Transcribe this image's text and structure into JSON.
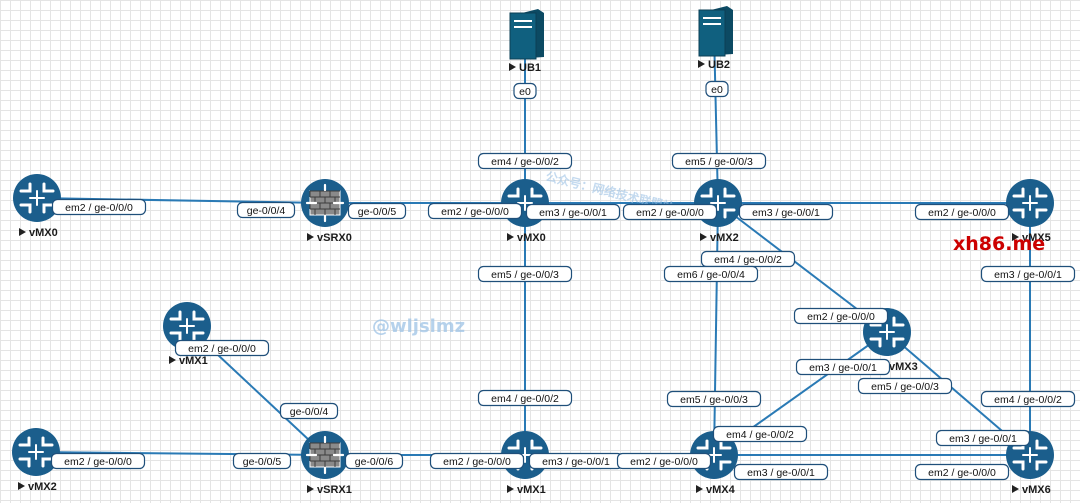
{
  "colors": {
    "link": "#2a7ab5",
    "router_fill": "#1b5e8c",
    "server_fill": "#10607f",
    "label_border": "#1f4f7a"
  },
  "nodes": [
    {
      "id": "r-vmx0-left",
      "label": "vMX0",
      "type": "router"
    },
    {
      "id": "fw-vsrx0",
      "label": "vSRX0",
      "type": "firewall"
    },
    {
      "id": "r-vmx0",
      "label": "vMX0",
      "type": "router"
    },
    {
      "id": "r-vmx2-top",
      "label": "vMX2",
      "type": "router"
    },
    {
      "id": "r-vmx5",
      "label": "vMX5",
      "type": "router"
    },
    {
      "id": "srv-ub1",
      "label": "UB1",
      "type": "server"
    },
    {
      "id": "srv-ub2",
      "label": "UB2",
      "type": "server"
    },
    {
      "id": "r-vmx1-left",
      "label": "vMX1",
      "type": "router"
    },
    {
      "id": "r-vmx3",
      "label": "vMX3",
      "type": "router"
    },
    {
      "id": "r-vmx2-left",
      "label": "vMX2",
      "type": "router"
    },
    {
      "id": "fw-vsrx1",
      "label": "vSRX1",
      "type": "firewall"
    },
    {
      "id": "r-vmx1",
      "label": "vMX1",
      "type": "router"
    },
    {
      "id": "r-vmx4",
      "label": "vMX4",
      "type": "router"
    },
    {
      "id": "r-vmx6",
      "label": "vMX6",
      "type": "router"
    }
  ],
  "links": [
    {
      "from": "r-vmx0-left",
      "to": "fw-vsrx0",
      "a": "em2 / ge-0/0/0",
      "b": "ge-0/0/4"
    },
    {
      "from": "fw-vsrx0",
      "to": "r-vmx0",
      "a": "ge-0/0/5",
      "b": "em2 / ge-0/0/0"
    },
    {
      "from": "r-vmx0",
      "to": "r-vmx2-top",
      "a": "em3 / ge-0/0/1",
      "b": "em2 / ge-0/0/0"
    },
    {
      "from": "r-vmx2-top",
      "to": "r-vmx5",
      "a": "em3 / ge-0/0/1",
      "b": "em2 / ge-0/0/0"
    },
    {
      "from": "srv-ub1",
      "to": "r-vmx0",
      "a": "e0",
      "b": "em4 / ge-0/0/2"
    },
    {
      "from": "srv-ub2",
      "to": "r-vmx2-top",
      "a": "e0",
      "b": "em5 / ge-0/0/3"
    },
    {
      "from": "r-vmx0",
      "to": "r-vmx1",
      "a": "em5 / ge-0/0/3",
      "b": "em4 / ge-0/0/2"
    },
    {
      "from": "r-vmx2-top",
      "to": "r-vmx3",
      "a": "em4 / ge-0/0/2",
      "b": "em2 / ge-0/0/0"
    },
    {
      "from": "r-vmx2-top",
      "to": "r-vmx4",
      "a": "em6 / ge-0/0/4",
      "b": "em5 / ge-0/0/3"
    },
    {
      "from": "r-vmx5",
      "to": "r-vmx6",
      "a": "em3 / ge-0/0/1",
      "b": "em4 / ge-0/0/2"
    },
    {
      "from": "r-vmx1-left",
      "to": "fw-vsrx1",
      "a": "em2 / ge-0/0/0",
      "b": "ge-0/0/4"
    },
    {
      "from": "r-vmx2-left",
      "to": "fw-vsrx1",
      "a": "em2 / ge-0/0/0",
      "b": "ge-0/0/5"
    },
    {
      "from": "fw-vsrx1",
      "to": "r-vmx1",
      "a": "ge-0/0/6",
      "b": "em2 / ge-0/0/0"
    },
    {
      "from": "r-vmx1",
      "to": "r-vmx4",
      "a": "em3 / ge-0/0/1",
      "b": "em2 / ge-0/0/0"
    },
    {
      "from": "r-vmx3",
      "to": "r-vmx4",
      "a": "em3 / ge-0/0/1",
      "b": "em4 / ge-0/0/2"
    },
    {
      "from": "r-vmx3",
      "to": "r-vmx6",
      "a": "em5 / ge-0/0/3",
      "b": "em3 / ge-0/0/1"
    },
    {
      "from": "r-vmx4",
      "to": "r-vmx6",
      "a": "em3 / ge-0/0/1",
      "b": "em2 / ge-0/0/0"
    }
  ],
  "watermarks": {
    "handle": "@wljslmz",
    "wechat": "公众号：网络技术联盟站",
    "site": "xh86.me"
  }
}
